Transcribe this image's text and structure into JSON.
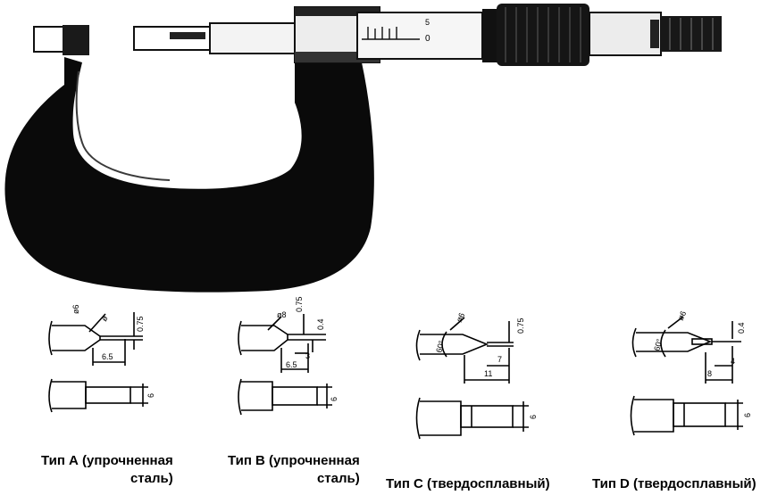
{
  "micrometer": {
    "thimble_scale_zero": "0",
    "thimble_scale_mark": "5",
    "brand_marking": ""
  },
  "types": [
    {
      "id": "A",
      "caption_line1": "Тип А (упрочненная",
      "caption_line2": "сталь)",
      "dims": [
        "ø6",
        "ø",
        "0.75",
        "6.5",
        "6"
      ]
    },
    {
      "id": "B",
      "caption_line1": "Тип В (упрочненная",
      "caption_line2": "сталь)",
      "dims": [
        "ø8",
        "0.75",
        "0.4",
        "3",
        "6.5",
        "6"
      ]
    },
    {
      "id": "C",
      "caption_line1": "Тип С (твердосплавный)",
      "caption_line2": "",
      "dims": [
        "ø6",
        "60°",
        "0.75",
        "7",
        "11",
        "6"
      ]
    },
    {
      "id": "D",
      "caption_line1": "Тип D (твердосплавный)",
      "caption_line2": "",
      "dims": [
        "ø6",
        "60°",
        "0.4",
        "4",
        "8",
        "6"
      ]
    }
  ]
}
